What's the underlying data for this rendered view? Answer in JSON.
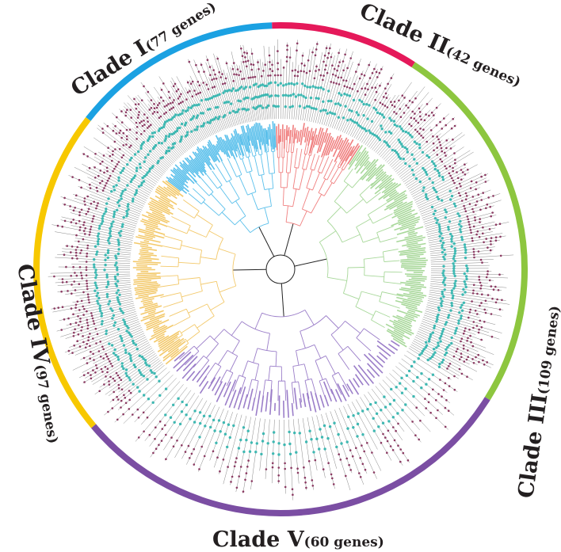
{
  "clades": [
    {
      "id": "I",
      "name": "Clade I",
      "count": "(77 genes)",
      "color": "#1ba1e2",
      "gene_count": 77
    },
    {
      "id": "II",
      "name": "Clade II",
      "count": "(42 genes)",
      "color": "#e5195a",
      "gene_count": 42
    },
    {
      "id": "III",
      "name": "Clade III",
      "count": "(109 genes)",
      "color": "#8dc63f",
      "gene_count": 109
    },
    {
      "id": "IV",
      "name": "Clade IV",
      "count": "(97 genes)",
      "color": "#f7c800",
      "gene_count": 97
    },
    {
      "id": "V",
      "name": "Clade V",
      "count": "(60 genes)",
      "color": "#7b4ea3",
      "gene_count": 60
    }
  ],
  "tree_colors": {
    "I": "#5bc0eb",
    "II": "#f08080",
    "III": "#a8d89a",
    "IV": "#f3c96b",
    "V": "#9b7ec9"
  },
  "track_colors": {
    "motif": "#3fb8b2",
    "domain": "#8b3a62",
    "line": "#555555"
  }
}
